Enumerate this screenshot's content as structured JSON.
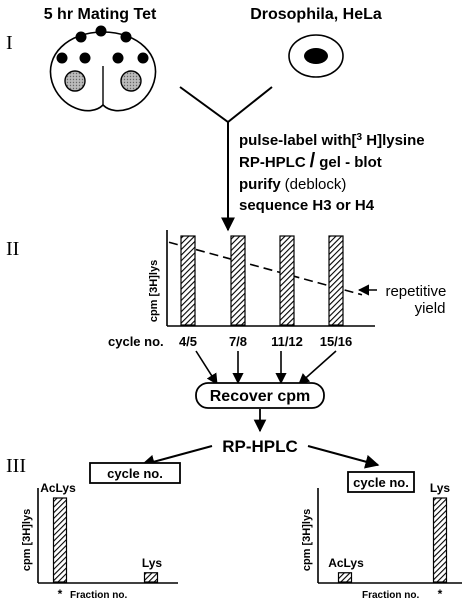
{
  "top_labels": {
    "left": "5 hr Mating Tet",
    "right": "Drosophila, HeLa"
  },
  "sections": {
    "s1": "I",
    "s2": "II",
    "s3": "III"
  },
  "protocol": {
    "line1": "pulse-label with",
    "line1_label": "[",
    "line1_sup": "3",
    "line1_tail": " H]lysine",
    "line2": "RP-HPLC",
    "line2_sep": "/",
    "line2_tail": "gel - blot",
    "line3": "purify",
    "line3_note": "(deblock)",
    "line4": "sequence H3 or H4"
  },
  "chart_data": [
    {
      "type": "bar",
      "categories": [
        "4/5",
        "7/8",
        "11/12",
        "15/16"
      ],
      "values": [
        1,
        1,
        1,
        1
      ],
      "ylabel": "cpm [3H]lys",
      "annotation": "repetitive yield",
      "trend": [
        0.93,
        0.34
      ],
      "x_title": "cycle no."
    },
    {
      "type": "bar",
      "categories": [
        "AcLys",
        "Lys"
      ],
      "values": [
        1.0,
        0.11
      ],
      "ylabel": "cpm [3H]lys",
      "xlabel": "Fraction no.",
      "marker": "*",
      "box_label": "cycle no."
    },
    {
      "type": "bar",
      "categories": [
        "AcLys",
        "Lys"
      ],
      "values": [
        0.11,
        1.0
      ],
      "ylabel": "cpm [3H]lys",
      "xlabel": "Fraction no.",
      "marker": "*",
      "box_label": "cycle no."
    }
  ],
  "recover": "Recover cpm",
  "rphplc": "RP-HPLC",
  "colors": {
    "ink": "#000000",
    "cell_fill": "#ffffff",
    "nucleus": "#000000",
    "hatch": "#000000"
  }
}
